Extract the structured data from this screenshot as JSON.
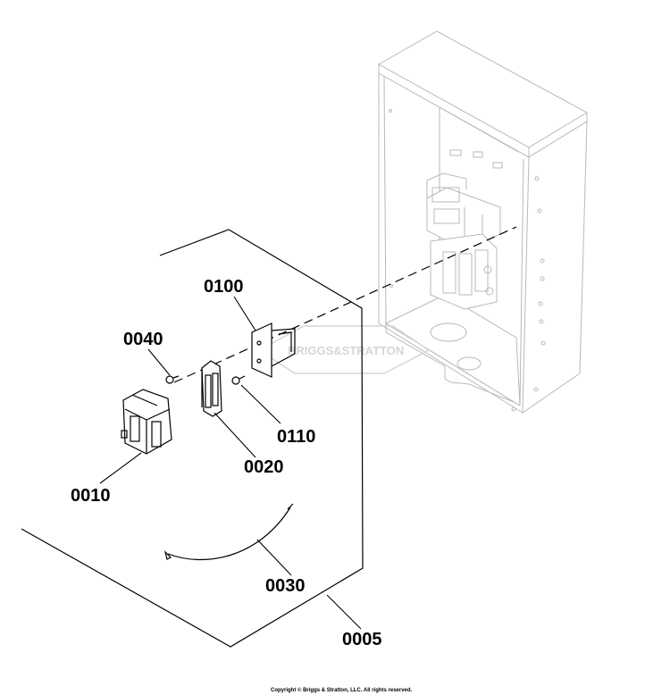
{
  "callouts": {
    "p0005": "0005",
    "p0010": "0010",
    "p0020": "0020",
    "p0030": "0030",
    "p0040": "0040",
    "p0100": "0100",
    "p0110": "0110"
  },
  "watermark": "BRIGGS&STRATTON",
  "copyright": "Copyright © Briggs & Stratton, LLC. All rights reserved."
}
